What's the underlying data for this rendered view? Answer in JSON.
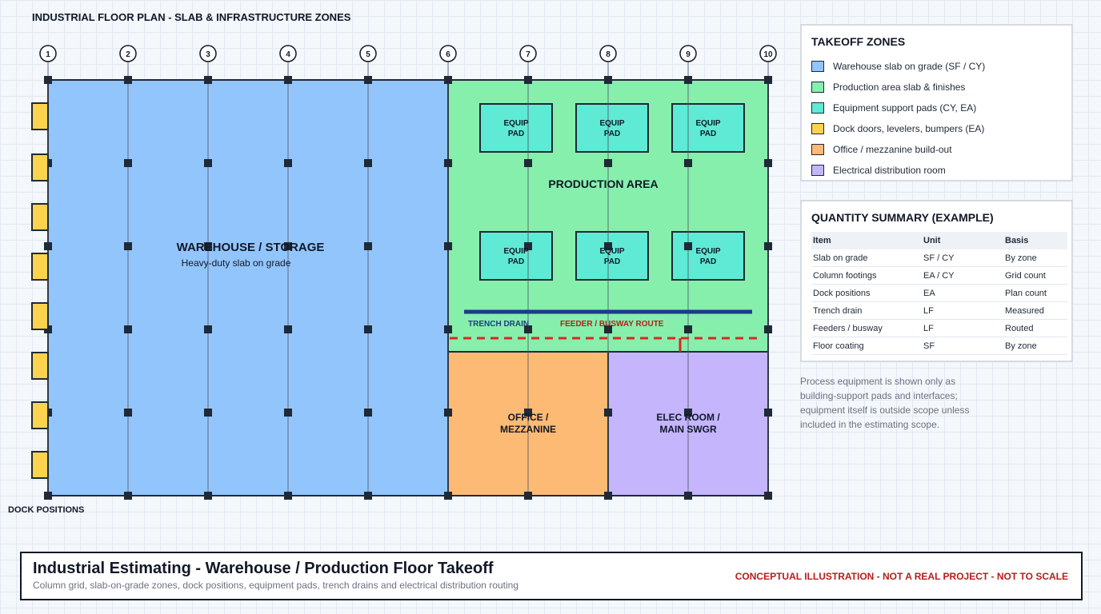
{
  "plan": {
    "title": "INDUSTRIAL FLOOR PLAN - SLAB & INFRASTRUCTURE ZONES",
    "grid_labels": [
      "1",
      "2",
      "3",
      "4",
      "5",
      "6",
      "7",
      "8",
      "9",
      "10"
    ],
    "dock_label": "DOCK POSITIONS",
    "warehouse": {
      "title": "WAREHOUSE / STORAGE",
      "subtitle": "Heavy-duty slab on grade"
    },
    "production": {
      "title": "PRODUCTION AREA"
    },
    "equip_pad_line1": "EQUIP",
    "equip_pad_line2": "PAD",
    "trench_label": "TRENCH DRAIN",
    "feeder_label": "FEEDER / BUSWAY ROUTE",
    "office": {
      "line1": "OFFICE /",
      "line2": "MEZZANINE"
    },
    "elec": {
      "line1": "ELEC ROOM /",
      "line2": "MAIN SWGR"
    }
  },
  "legend": {
    "title": "TAKEOFF ZONES",
    "items": [
      {
        "label": "Warehouse slab on grade (SF / CY)",
        "color": "#93c5fd"
      },
      {
        "label": "Production area slab & finishes",
        "color": "#86efac"
      },
      {
        "label": "Equipment support pads (CY, EA)",
        "color": "#5eead4"
      },
      {
        "label": "Dock doors, levelers, bumpers (EA)",
        "color": "#fcd34d"
      },
      {
        "label": "Office / mezzanine build-out",
        "color": "#fdba74"
      },
      {
        "label": "Electrical distribution room",
        "color": "#c4b5fd"
      }
    ]
  },
  "quantity": {
    "title": "QUANTITY SUMMARY (EXAMPLE)",
    "headers": [
      "Item",
      "Unit",
      "Basis"
    ],
    "rows": [
      [
        "Slab on grade",
        "SF / CY",
        "By zone"
      ],
      [
        "Column footings",
        "EA / CY",
        "Grid count"
      ],
      [
        "Dock positions",
        "EA",
        "Plan count"
      ],
      [
        "Trench drain",
        "LF",
        "Measured"
      ],
      [
        "Feeders / busway",
        "LF",
        "Routed"
      ],
      [
        "Floor coating",
        "SF",
        "By zone"
      ]
    ]
  },
  "note": "Process equipment is shown only as building-support pads and interfaces; equipment itself is outside scope unless included in the estimating scope.",
  "titleblock": {
    "title": "Industrial Estimating - Warehouse / Production Floor Takeoff",
    "subtitle": "Column grid, slab-on-grade zones, dock positions, equipment pads, trench drains and electrical distribution routing",
    "disclaimer": "CONCEPTUAL ILLUSTRATION - NOT A REAL PROJECT - NOT TO SCALE"
  },
  "colors": {
    "warehouse": "#93c5fd",
    "production": "#86efac",
    "equip_pad": "#5eead4",
    "dock": "#fcd34d",
    "office": "#fdba74",
    "elec": "#c4b5fd",
    "trench": "#1e3a8a",
    "feeder": "#dc2626",
    "column": "#1f2937"
  }
}
